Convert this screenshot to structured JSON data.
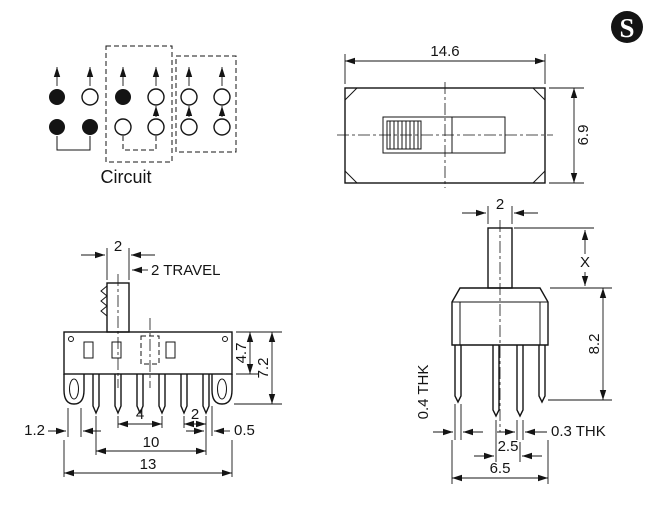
{
  "logo": {
    "letter": "S"
  },
  "circuit": {
    "title": "Circuit"
  },
  "top_view": {
    "width": "14.6",
    "height": "6.9"
  },
  "front_view": {
    "knob_width": "2",
    "travel_note": "2 TRAVEL",
    "body_height": "4.7",
    "overall_height": "7.2",
    "slot_width": "1.2",
    "pin_pitch": "4",
    "pin_pitch_small": "2",
    "pin_offset": "0.5",
    "pin_span": "10",
    "overall_width": "13"
  },
  "side_view": {
    "knob_depth": "2",
    "knob_height": "X",
    "body_height": "8.2",
    "bracket_thickness": "0.4 THK",
    "terminal_thickness": "0.3 THK",
    "terminal_spacing": "2.5",
    "overall_depth": "6.5"
  }
}
